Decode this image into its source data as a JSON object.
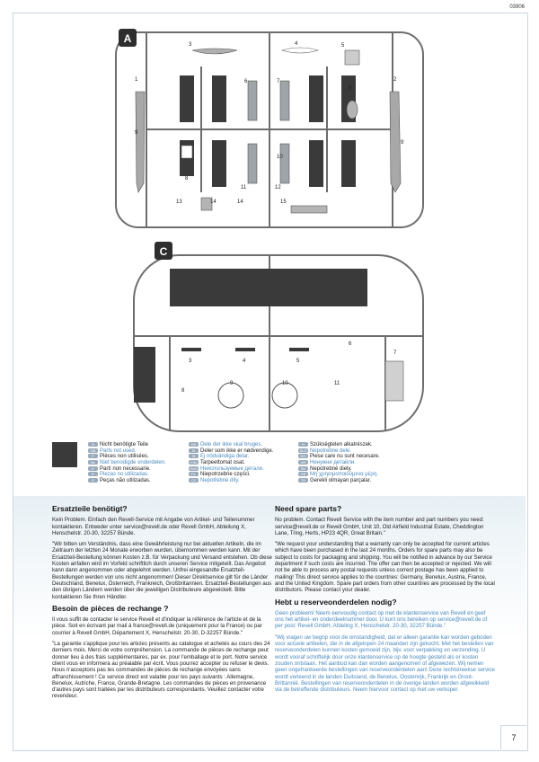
{
  "page": {
    "code": "03906",
    "number": "7"
  },
  "sprues": {
    "a": {
      "label": "A",
      "numbers": [
        "1",
        "2",
        "3",
        "4",
        "5",
        "6",
        "7",
        "8",
        "9",
        "8",
        "10",
        "11",
        "12",
        "13",
        "14",
        "14",
        "15",
        "9"
      ]
    },
    "c": {
      "label": "C",
      "numbers": [
        "3",
        "4",
        "5",
        "6",
        "7",
        "8",
        "9",
        "10",
        "11"
      ]
    }
  },
  "legend": {
    "col1": [
      {
        "code": "D",
        "text": "Nicht benötigte Teile",
        "blue": false
      },
      {
        "code": "GB",
        "text": "Parts not used.",
        "blue": true
      },
      {
        "code": "F",
        "text": "Pièces non utilisées.",
        "blue": false
      },
      {
        "code": "NL",
        "text": "Niet benodigde onderdelen.",
        "blue": true
      },
      {
        "code": "E",
        "text": "Partí non necessarie.",
        "blue": false
      },
      {
        "code": "E",
        "text": "Piezas no utilizadas.",
        "blue": true
      },
      {
        "code": "P",
        "text": "Peças não utilizadas.",
        "blue": false
      }
    ],
    "col2": [
      {
        "code": "DK",
        "text": "Dele der ikke skal bruges.",
        "blue": true
      },
      {
        "code": "N",
        "text": "Deler som ikke er nødvendige.",
        "blue": false
      },
      {
        "code": "IS",
        "text": "Ej nödvändiga delar.",
        "blue": true
      },
      {
        "code": "FIN",
        "text": "Tarpeettomat osat.",
        "blue": false
      },
      {
        "code": "RUS",
        "text": "Неиспользуемые детали.",
        "blue": true
      },
      {
        "code": "PL",
        "text": "Niepotrzebne części.",
        "blue": false
      },
      {
        "code": "CZ",
        "text": "Nepotřebné díly.",
        "blue": true
      }
    ],
    "col3": [
      {
        "code": "H",
        "text": "Szükségtelen alkatrészek.",
        "blue": false
      },
      {
        "code": "SLO",
        "text": "Nepotrebne dele.",
        "blue": true
      },
      {
        "code": "RO",
        "text": "Piese care nu sunt necesare.",
        "blue": false
      },
      {
        "code": "HR",
        "text": "Ненужни детайли.",
        "blue": true
      },
      {
        "code": "SK",
        "text": "Nepotrebné diely.",
        "blue": false
      },
      {
        "code": "GR",
        "text": "Μη χρησιμοποιούμενα μέρη.",
        "blue": true
      },
      {
        "code": "TR",
        "text": "Gerekli olmayan parçalar.",
        "blue": false
      }
    ]
  },
  "de": {
    "heading": "Ersatzteile benötigt?",
    "p1": "Kein Problem. Einfach den Revell-Service mit Angabe von Artikel- und Teilenummer kontaktieren. Entweder unter service@revell.de oder Revell GmbH, Abteilung X, Henschelstr. 20-30, 32257 Bünde.",
    "p2": "\"Wir bitten um Verständnis, dass eine Gewährleistung nur bei aktuellen Artikeln, die im Zeitraum der letzten 24 Monate erworben wurden, übernommen werden kann. Mit der Ersatzteil-Bestellung können Kosten z.B. für Verpackung und Versand entstehen. Ob diese Kosten anfallen wird im Vorfeld schriftlich durch unseren Service mitgeteilt. Das Angebot kann dann angenommen oder abgelehnt werden. Unfrei eingesandte Ersatzteil-Bestellungen werden von uns nicht angenommen! Dieser Direktservice gilt für die Länder Deutschland, Benelux, Österreich, Frankreich, Großbritannien. Ersatzteil-Bestellungen aus den übrigen Ländern werden über die jeweiligen Distributeure abgewickelt. Bitte kontaktieren Sie Ihren Händler."
  },
  "fr": {
    "heading": "Besoin de pièces de rechange ?",
    "p1": "Il vous suffit de contacter le service Revell et d'indiquer la référence de l'article et de la pièce. Soit en écrivant par mail à france@revell.de (uniquement pour la France) ou par courrier à Revell GmbH, Département X, Henschelstr. 20-30, D-32257 Bünde.\"",
    "p2": "\"La garantie s'applique pour les articles présents au catalogue et achetés au cours des 24 derniers mois. Merci de votre compréhension. La commande de pièces de rechange peut donner lieu à des frais supplémentaires, par ex. pour l'emballage et le port. Notre service client vous en informera au préalable par écrit. Vous pourrez accepter ou refuser le devis. Nous n'acceptons pas les commandes de pièces de rechange envoyées sans affranchissement ! Ce service direct est valable pour les pays suivants : Allemagne, Benelux, Autriche, France, Grande-Bretagne. Les commandes de pièces en provenance d'autres pays sont traitées par les distributeurs correspondants. Veuillez contacter votre revendeur."
  },
  "en": {
    "heading": "Need spare parts?",
    "p1": "No problem. Contact Revell Service with the item number and part numbers you need: service@revell.de or Revell GmbH, Unit 10, Old Airfield Industrial Estate, Cheddington Lane, Tring, Herts, HP23 4QR, Great Britain.\"",
    "p2": "\"We request your understanding that a warranty can only be accepted for current articles which have been purchased in the last 24 months. Orders for spare parts may also be subject to costs for packaging and shipping. You will be notified in advance by our Service department if such costs are incurred. The offer can then be accepted or rejected. We will not be able to process any postal requests unless correct postage has been applied to mailing! This direct service applies to the countries: Germany, Benelux, Austria, France, and the United Kingdom. Spare part orders from other countries are processed by the local distributors. Please contact your dealer."
  },
  "nl": {
    "heading": "Hebt u reserveonderdelen nodig?",
    "p1": "Geen probleem! Neem eenvoudig contact op met de klantenservice van Revell en geef ons het artikel- en onderdeelnummer door. U kunt ons bereiken op service@revell.de of per post: Revell GmbH, Afdeling X, Henschelstr. 20-30, 32257 Bünde.\"",
    "p2": "\"Wij vragen uw begrip voor de omstandigheid, dat er alleen garantie kan worden geboden voor actuele artikelen, die in de afgelopen 24 maanden zijn gekocht. Met het bestellen van reserveonderdelen kunnen kosten gemoeid zijn, bijv. voor verpakking en verzending. U wordt vooraf schriftelijk door onze klantenservice op de hoogte gesteld als er kosten zouden ontstaan. Het aanbod kan dan worden aangenomen of afgewezen. Wij nemen geen ongefrankeerde bestellingen van reserveonderdelen aan! Deze rechtstreekse service wordt verleend in de landen Duitsland, de Benelux, Oostenrijk, Frankrijk en Groot-Brittannië. Bestellingen van reserveonderdelen in de overige landen worden afgewikkeld via de betreffende distributeurs. Neem hiervoor contact op met uw verkoper."
  }
}
